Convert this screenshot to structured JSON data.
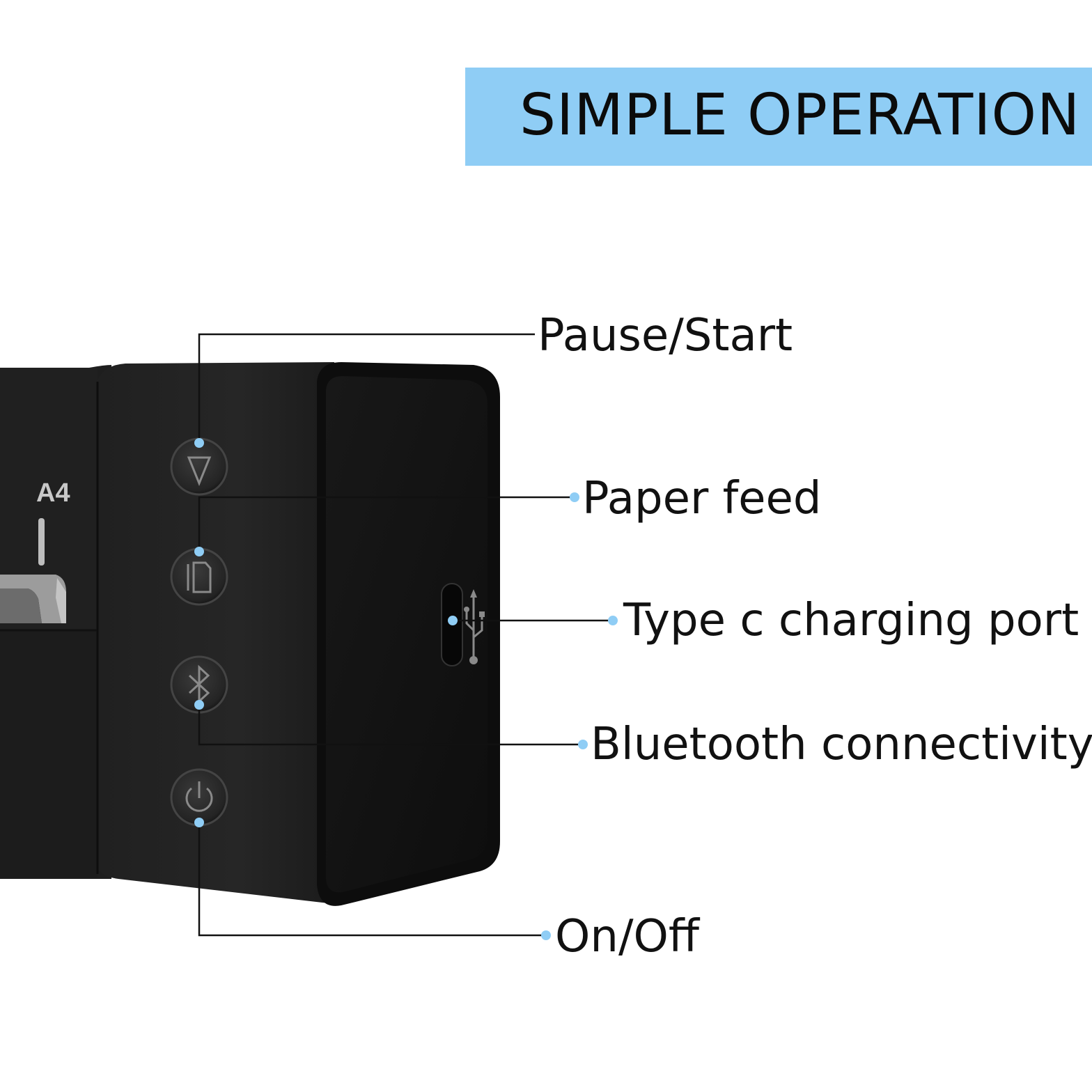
{
  "title": "SIMPLE OPERATION",
  "device_marking": "A4",
  "callouts": {
    "pause_start": "Pause/Start",
    "paper_feed": "Paper feed",
    "type_c_port": "Type c charging port",
    "bluetooth": "Bluetooth connectivity",
    "on_off": "On/Off"
  },
  "icons": [
    "triangle-down-icon",
    "paper-feed-icon",
    "usb-icon",
    "bluetooth-icon",
    "power-icon"
  ],
  "colors": {
    "banner": "#8fcdf5",
    "callout_dot": "#8fcdf5",
    "device_body": "#1a1a1a",
    "leader_line": "#111111"
  }
}
